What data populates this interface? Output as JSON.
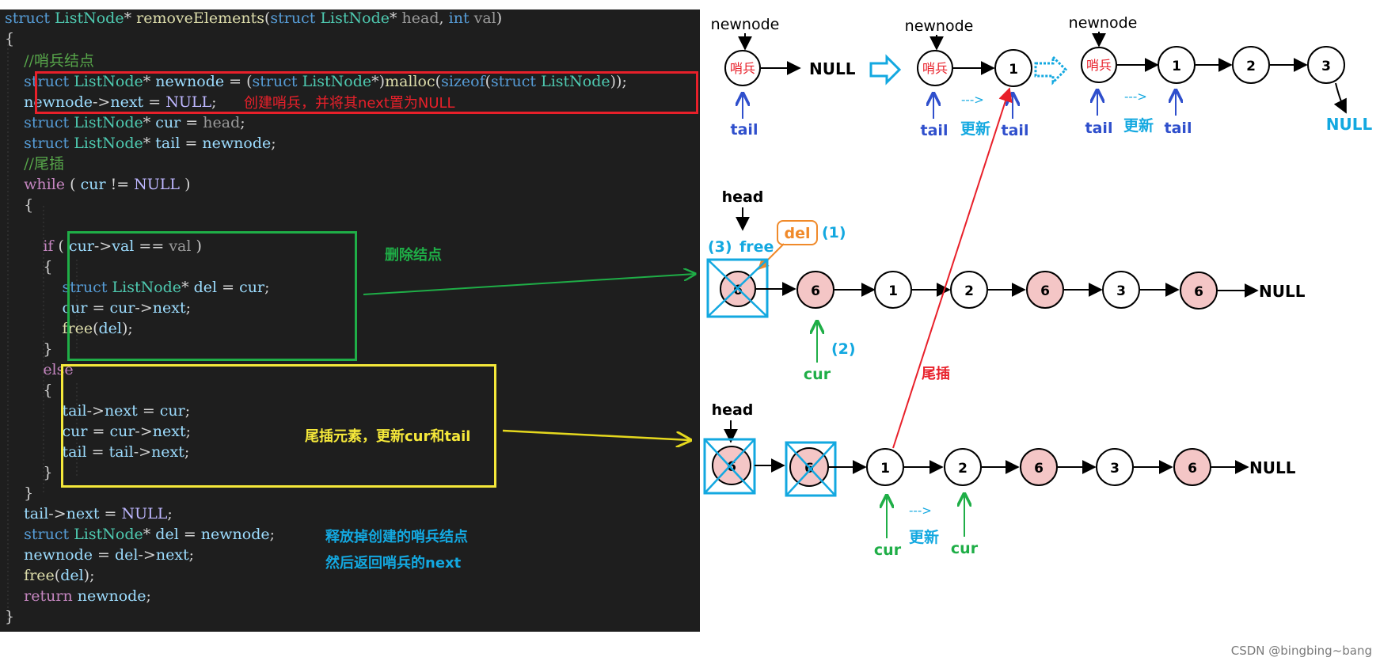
{
  "code": {
    "lines": [
      [
        [
          "t-kw",
          "struct "
        ],
        [
          "t-tp",
          "ListNode"
        ],
        [
          "t-op",
          "* "
        ],
        [
          "t-fn",
          "removeElements"
        ],
        [
          "t-op",
          "("
        ],
        [
          "t-kw",
          "struct "
        ],
        [
          "t-tp",
          "ListNode"
        ],
        [
          "t-op",
          "* "
        ],
        [
          "t-pa",
          "head"
        ],
        [
          "t-op",
          ", "
        ],
        [
          "t-kw",
          "int "
        ],
        [
          "t-pa",
          "val"
        ],
        [
          "t-op",
          ")"
        ]
      ],
      [
        [
          "t-op",
          "{"
        ]
      ],
      [
        [
          "t-cm",
          "    //哨兵结点"
        ]
      ],
      [
        [
          "t-kw",
          "    struct "
        ],
        [
          "t-tp",
          "ListNode"
        ],
        [
          "t-op",
          "* "
        ],
        [
          "t-id",
          "newnode"
        ],
        [
          "t-op",
          " = ("
        ],
        [
          "t-kw",
          "struct "
        ],
        [
          "t-tp",
          "ListNode"
        ],
        [
          "t-op",
          "*)"
        ],
        [
          "t-fn",
          "malloc"
        ],
        [
          "t-op",
          "("
        ],
        [
          "t-kw",
          "sizeof"
        ],
        [
          "t-op",
          "("
        ],
        [
          "t-kw",
          "struct "
        ],
        [
          "t-tp",
          "ListNode"
        ],
        [
          "t-op",
          "));"
        ]
      ],
      [
        [
          "t-id",
          "    newnode"
        ],
        [
          "t-op",
          "->"
        ],
        [
          "t-id",
          "next"
        ],
        [
          "t-op",
          " = "
        ],
        [
          "t-mc",
          "NULL"
        ],
        [
          "t-op",
          ";"
        ]
      ],
      [
        [
          "t-kw",
          "    struct "
        ],
        [
          "t-tp",
          "ListNode"
        ],
        [
          "t-op",
          "* "
        ],
        [
          "t-id",
          "cur"
        ],
        [
          "t-op",
          " = "
        ],
        [
          "t-pa",
          "head"
        ],
        [
          "t-op",
          ";"
        ]
      ],
      [
        [
          "t-kw",
          "    struct "
        ],
        [
          "t-tp",
          "ListNode"
        ],
        [
          "t-op",
          "* "
        ],
        [
          "t-id",
          "tail"
        ],
        [
          "t-op",
          " = "
        ],
        [
          "t-id",
          "newnode"
        ],
        [
          "t-op",
          ";"
        ]
      ],
      [
        [
          "t-cm",
          "    //尾插"
        ]
      ],
      [
        [
          "t-rt",
          "    while"
        ],
        [
          "t-op",
          " ( "
        ],
        [
          "t-id",
          "cur"
        ],
        [
          "t-op",
          " != "
        ],
        [
          "t-mc",
          "NULL"
        ],
        [
          "t-op",
          " )"
        ]
      ],
      [
        [
          "t-op",
          "    {"
        ]
      ],
      [
        [
          "t-op",
          ""
        ]
      ],
      [
        [
          "t-rt",
          "        if"
        ],
        [
          "t-op",
          " ( "
        ],
        [
          "t-id",
          "cur"
        ],
        [
          "t-op",
          "->"
        ],
        [
          "t-id",
          "val"
        ],
        [
          "t-op",
          " == "
        ],
        [
          "t-pa",
          "val"
        ],
        [
          "t-op",
          " )"
        ]
      ],
      [
        [
          "t-op",
          "        {"
        ]
      ],
      [
        [
          "t-kw",
          "            struct "
        ],
        [
          "t-tp",
          "ListNode"
        ],
        [
          "t-op",
          "* "
        ],
        [
          "t-id",
          "del"
        ],
        [
          "t-op",
          " = "
        ],
        [
          "t-id",
          "cur"
        ],
        [
          "t-op",
          ";"
        ]
      ],
      [
        [
          "t-id",
          "            cur"
        ],
        [
          "t-op",
          " = "
        ],
        [
          "t-id",
          "cur"
        ],
        [
          "t-op",
          "->"
        ],
        [
          "t-id",
          "next"
        ],
        [
          "t-op",
          ";"
        ]
      ],
      [
        [
          "t-fn",
          "            free"
        ],
        [
          "t-op",
          "("
        ],
        [
          "t-id",
          "del"
        ],
        [
          "t-op",
          ");"
        ]
      ],
      [
        [
          "t-op",
          "        }"
        ]
      ],
      [
        [
          "t-rt",
          "        else"
        ]
      ],
      [
        [
          "t-op",
          "        {"
        ]
      ],
      [
        [
          "t-id",
          "            tail"
        ],
        [
          "t-op",
          "->"
        ],
        [
          "t-id",
          "next"
        ],
        [
          "t-op",
          " = "
        ],
        [
          "t-id",
          "cur"
        ],
        [
          "t-op",
          ";"
        ]
      ],
      [
        [
          "t-id",
          "            cur"
        ],
        [
          "t-op",
          " = "
        ],
        [
          "t-id",
          "cur"
        ],
        [
          "t-op",
          "->"
        ],
        [
          "t-id",
          "next"
        ],
        [
          "t-op",
          ";"
        ]
      ],
      [
        [
          "t-id",
          "            tail"
        ],
        [
          "t-op",
          " = "
        ],
        [
          "t-id",
          "tail"
        ],
        [
          "t-op",
          "->"
        ],
        [
          "t-id",
          "next"
        ],
        [
          "t-op",
          ";"
        ]
      ],
      [
        [
          "t-op",
          "        }"
        ]
      ],
      [
        [
          "t-op",
          "    }"
        ]
      ],
      [
        [
          "t-id",
          "    tail"
        ],
        [
          "t-op",
          "->"
        ],
        [
          "t-id",
          "next"
        ],
        [
          "t-op",
          " = "
        ],
        [
          "t-mc",
          "NULL"
        ],
        [
          "t-op",
          ";"
        ]
      ],
      [
        [
          "t-kw",
          "    struct "
        ],
        [
          "t-tp",
          "ListNode"
        ],
        [
          "t-op",
          "* "
        ],
        [
          "t-id",
          "del"
        ],
        [
          "t-op",
          " = "
        ],
        [
          "t-id",
          "newnode"
        ],
        [
          "t-op",
          ";"
        ]
      ],
      [
        [
          "t-id",
          "    newnode"
        ],
        [
          "t-op",
          " = "
        ],
        [
          "t-id",
          "del"
        ],
        [
          "t-op",
          "->"
        ],
        [
          "t-id",
          "next"
        ],
        [
          "t-op",
          ";"
        ]
      ],
      [
        [
          "t-fn",
          "    free"
        ],
        [
          "t-op",
          "("
        ],
        [
          "t-id",
          "del"
        ],
        [
          "t-op",
          ");"
        ]
      ],
      [
        [
          "t-rt",
          "    return "
        ],
        [
          "t-id",
          "newnode"
        ],
        [
          "t-op",
          ";"
        ]
      ],
      [
        [
          "t-op",
          "}"
        ]
      ]
    ]
  },
  "annotations": {
    "sentinel_create": "创建哨兵，并将其next置为NULL",
    "delete_node": "删除结点",
    "tail_insert_update": "尾插元素，更新cur和tail",
    "free_sentinel": "释放掉创建的哨兵结点",
    "return_next": "然后返回哨兵的next",
    "tail_insert": "尾插"
  },
  "colors": {
    "red": "#e8202a",
    "green": "#1fae47",
    "yellow": "#f5e83a",
    "blue": "#2f4fcc",
    "cyan": "#13a8e0",
    "orange": "#f08a2a",
    "pink": "#f4c6c6"
  },
  "diagram": {
    "labels": {
      "newnode": "newnode",
      "tail": "tail",
      "head": "head",
      "cur": "cur",
      "null": "NULL",
      "update": "更新",
      "del": "del",
      "free": "free",
      "step1": "(1)",
      "step2": "(2)",
      "step3": "(3)",
      "dashed_arrow": "--->"
    },
    "sentinel_value": "哨兵",
    "row1_values": [
      "1",
      "2",
      "3"
    ],
    "row2_values": [
      "6",
      "6",
      "1",
      "2",
      "6",
      "3",
      "6"
    ],
    "row3_values": [
      "6",
      "6",
      "1",
      "2",
      "6",
      "3",
      "6"
    ]
  },
  "watermark": "CSDN @bingbing~bang"
}
